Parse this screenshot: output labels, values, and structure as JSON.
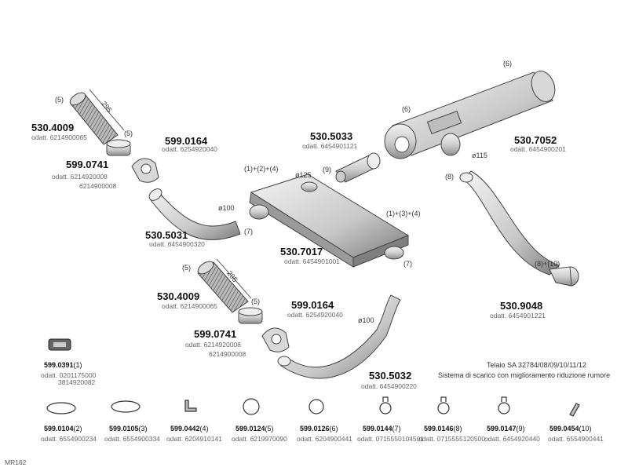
{
  "parts": {
    "p1": {
      "code": "530.4009",
      "odt": "odatt. 6214900065",
      "ref": "(5)",
      "dim": "295"
    },
    "p2": {
      "code": "599.0741",
      "odt": "odatt. 6214920008",
      "odt2": "6214900008",
      "ref": "(5)"
    },
    "p3": {
      "code": "599.0164",
      "odt": "odatt. 6254920040"
    },
    "p4": {
      "code": "530.5031",
      "odt": "odatt. 6454900320",
      "dia": "ø100",
      "ref": "(7)"
    },
    "p5": {
      "code": "530.5033",
      "odt": "odatt. 6454901121",
      "ref": "(9)"
    },
    "p6": {
      "code": "530.7017",
      "odt": "odatt. 6454901001",
      "ref_in": "(1)+(2)+(4)",
      "ref_out": "(1)+(3)+(4)",
      "dia": "ø125",
      "ref_a": "(7)",
      "ref_b": "(7)"
    },
    "p7": {
      "code": "530.7052",
      "odt": "odatt. 6454900201",
      "ref_top": "(6)",
      "ref_left": "(6)",
      "dia": "ø115"
    },
    "p8": {
      "code": "530.9048",
      "odt": "odatt. 6454901221",
      "ref_top": "(8)",
      "ref_bot": "(8)+(10)"
    },
    "p9": {
      "code": "530.4009",
      "odt": "odatt. 6214900065",
      "ref": "(5)",
      "dim": "295"
    },
    "p10": {
      "code": "599.0741",
      "odt": "odatt. 6214920008",
      "odt2": "6214900008",
      "ref": "(5)"
    },
    "p11": {
      "code": "599.0164",
      "odt": "odatt. 6254920040"
    },
    "p12": {
      "code": "530.5032",
      "odt": "odatt. 6454900220",
      "dia": "ø100"
    },
    "p13": {
      "code": "599.0391",
      "qty": "(1)",
      "odt": "odatt. 0201175000",
      "odt2": "3814920082"
    }
  },
  "caption": {
    "line1": "Telaio SA 32784/08/09/10/11/12",
    "line2": "Sistema di scarico con miglioramento riduzione rumore"
  },
  "bottom_items": [
    {
      "code": "599.0104",
      "qty": "(2)",
      "odt": "odatt. 6554900234"
    },
    {
      "code": "599.0105",
      "qty": "(3)",
      "odt": "odatt. 6554900334"
    },
    {
      "code": "599.0442",
      "qty": "(4)",
      "odt": "odatt. 6204910141"
    },
    {
      "code": "599.0124",
      "qty": "(5)",
      "odt": "odatt. 6219970090"
    },
    {
      "code": "599.0126",
      "qty": "(6)",
      "odt": "odatt. 6204900441"
    },
    {
      "code": "599.0144",
      "qty": "(7)",
      "odt": "odatt. 0715550104501"
    },
    {
      "code": "599.0146",
      "qty": "(8)",
      "odt": "odatt. 0715555120500"
    },
    {
      "code": "599.0147",
      "qty": "(9)",
      "odt": "odatt. 6454920440"
    },
    {
      "code": "599.0454",
      "qty": "(10)",
      "odt": "odatt. 6554900441"
    }
  ],
  "footer": {
    "id": "MR162"
  }
}
